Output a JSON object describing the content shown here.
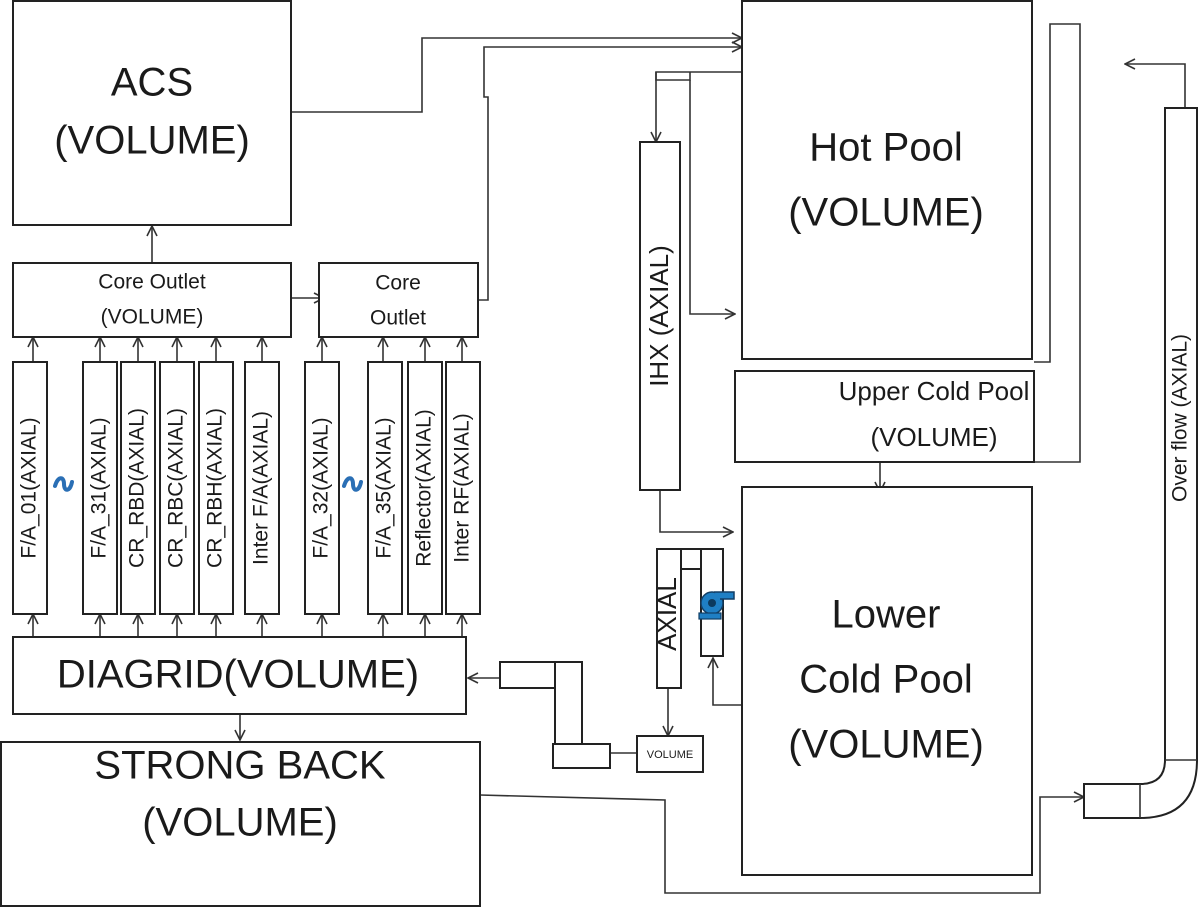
{
  "nodes": {
    "acs": {
      "line1": "ACS",
      "line2": "(VOLUME)"
    },
    "hot_pool": {
      "line1": "Hot Pool",
      "line2": "(VOLUME)"
    },
    "core_outlet_volume": {
      "line1": "Core Outlet",
      "line2": "(VOLUME)"
    },
    "core_outlet": {
      "line1": "Core",
      "line2": "Outlet"
    },
    "upper_cold_pool": {
      "line1": "Upper Cold Pool",
      "line2": "(VOLUME)"
    },
    "lower_cold_pool": {
      "line1": "Lower",
      "line2": "Cold Pool",
      "line3": "(VOLUME)"
    },
    "diagrid": {
      "label": "DIAGRID(VOLUME)"
    },
    "strong_back": {
      "line1": "STRONG BACK",
      "line2": "(VOLUME)"
    },
    "ihx": {
      "label": "IHX (AXIAL)"
    },
    "overflow": {
      "label": "Over flow (AXIAL)"
    },
    "pump_axial": {
      "label": "AXIAL"
    },
    "small_volume": {
      "label": "VOLUME"
    },
    "channels": {
      "fa_01": "F/A_01(AXIAL)",
      "fa_31": "F/A_31(AXIAL)",
      "cr_rbd": "CR_RBD(AXIAL)",
      "cr_rbc": "CR_RBC(AXIAL)",
      "cr_rbh": "CR_RBH(AXIAL)",
      "inter_fa": "Inter F/A(AXIAL)",
      "fa_32": "F/A_32(AXIAL)",
      "fa_35": "F/A_35(AXIAL)",
      "reflector": "Reflector(AXIAL)",
      "inter_rf": "Inter RF(AXIAL)"
    }
  },
  "colors": {
    "stroke": "#222222",
    "pump": "#1f7fc4",
    "ellipsis": "#2a6fb5"
  },
  "icons": {
    "pump": "pump-icon",
    "ellipsis": "tilde-icon"
  }
}
